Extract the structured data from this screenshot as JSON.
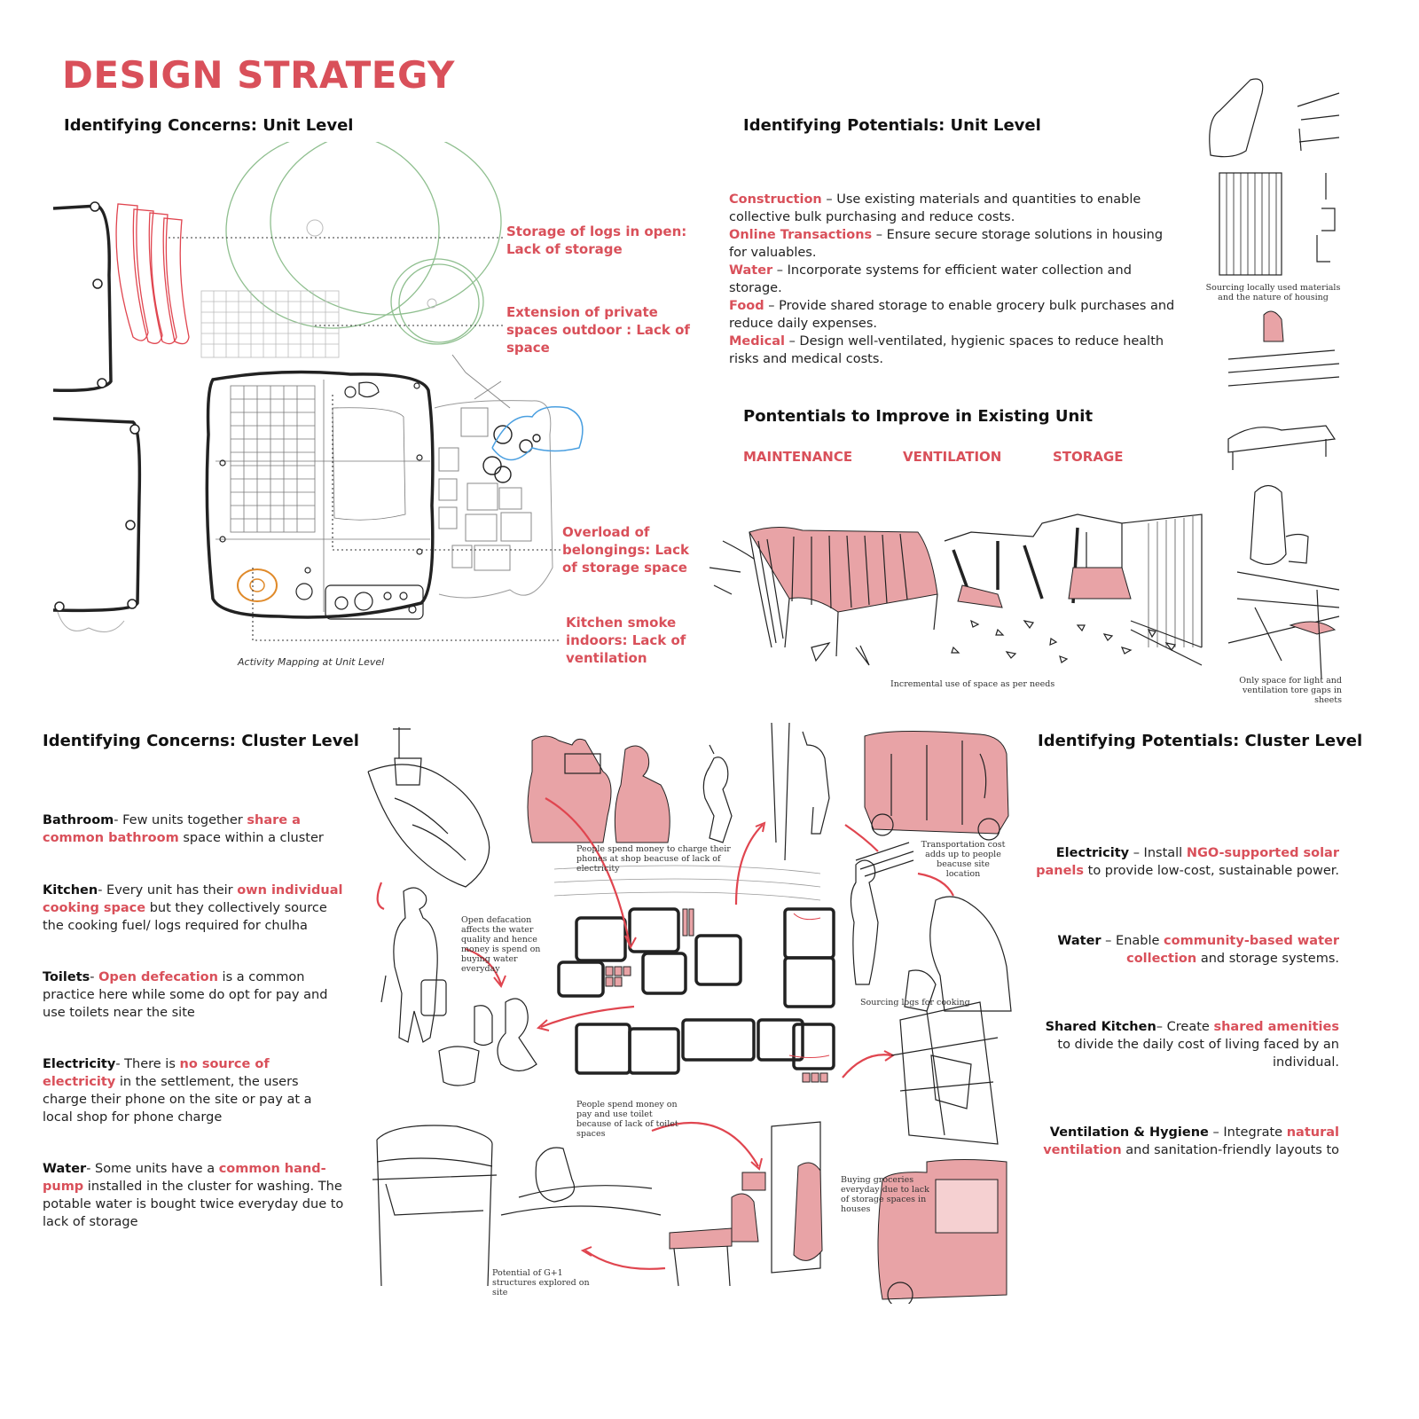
{
  "title": "DESIGN STRATEGY",
  "unit_concerns": {
    "heading": "Identifying Concerns: Unit Level",
    "annotations": [
      "Storage of logs in open: Lack of storage",
      "Extension of private spaces outdoor : Lack of space",
      "Overload of belongings: Lack of storage space",
      "Kitchen smoke indoors: Lack of ventilation"
    ],
    "caption": "Activity Mapping at Unit Level"
  },
  "unit_potentials": {
    "heading": "Identifying Potentials: Unit Level",
    "items": [
      {
        "label": "Construction",
        "text": " – Use existing materials and quantities to enable collective bulk purchasing and reduce costs."
      },
      {
        "label": "Online Transactions",
        "text": " – Ensure secure storage solutions in housing for valuables."
      },
      {
        "label": "Water",
        "text": " – Incorporate systems for efficient water collection and storage."
      },
      {
        "label": "Food",
        "text": " – Provide shared storage to enable grocery bulk purchases and reduce daily expenses."
      },
      {
        "label": "Medical",
        "text": " – Design well-ventilated, hygienic spaces to reduce health risks and medical costs."
      }
    ],
    "improve_heading": "Pontentials to Improve in Existing Unit",
    "tabs": [
      "MAINTENANCE",
      "VENTILATION",
      "STORAGE"
    ],
    "sketch_caption": "Incremental use of space as per needs"
  },
  "side_captions": {
    "top": "Sourcing locally used materials and the nature of housing",
    "bottom": "Only space for light and ventilation tore gaps in sheets"
  },
  "cluster_concerns": {
    "heading": "Identifying Concerns: Cluster Level",
    "items": [
      {
        "label": "Bathroom",
        "parts": [
          "- Few units together ",
          "share a common bathroom",
          " space within a cluster"
        ]
      },
      {
        "label": "Kitchen",
        "parts": [
          "- Every unit has their ",
          "own individual cooking space",
          " but they collectively source the cooking fuel/ logs required for chulha"
        ]
      },
      {
        "label": "Toilets",
        "parts": [
          "- ",
          "Open defecation",
          " is a common practice here while some do opt for pay and use toilets near the site"
        ]
      },
      {
        "label": "Electricity",
        "parts": [
          "- There is ",
          "no source of electricity",
          " in the settlement, the users charge their phone on the site or pay at a local shop for phone charge"
        ]
      },
      {
        "label": "Water",
        "parts": [
          "- Some units have a ",
          "common hand-pump",
          " installed in the cluster for washing. The potable water is bought twice everyday due to lack of storage"
        ]
      }
    ]
  },
  "cluster_captions": [
    "People spend money to charge their phones at shop beacuse of lack of electricity",
    "Transportation cost adds up to people beacuse site location",
    "Open defacation affects the water quality and hence money is spend on buying water everyday",
    "Sourcing logs for cooking",
    "People spend money on pay and use toilet because of lack of toilet spaces",
    "Buying groceries everyday due to lack of storage spaces in houses",
    "Potential of G+1 structures explored on site"
  ],
  "cluster_potentials": {
    "heading": "Identifying Potentials: Cluster Level",
    "items": [
      {
        "label": "Electricity",
        "parts": [
          " – Install ",
          "NGO-supported solar panels",
          " to provide low-cost, sustainable power."
        ]
      },
      {
        "label": "Water",
        "parts": [
          " – Enable ",
          "community-based water collection",
          " and storage systems."
        ]
      },
      {
        "label": "Shared Kitchen",
        "parts": [
          "– Create ",
          "shared amenities",
          " to divide the daily cost of living faced by an individual."
        ]
      },
      {
        "label": "Ventilation & Hygiene",
        "parts": [
          " – Integrate ",
          "natural ventilation",
          " and sanitation-friendly layouts to"
        ]
      }
    ]
  },
  "colors": {
    "accent": "#d9505a",
    "pink_fill": "#e8a3a6",
    "green_sketch": "#8fbf8f",
    "blue_sketch": "#4a9fe0"
  }
}
